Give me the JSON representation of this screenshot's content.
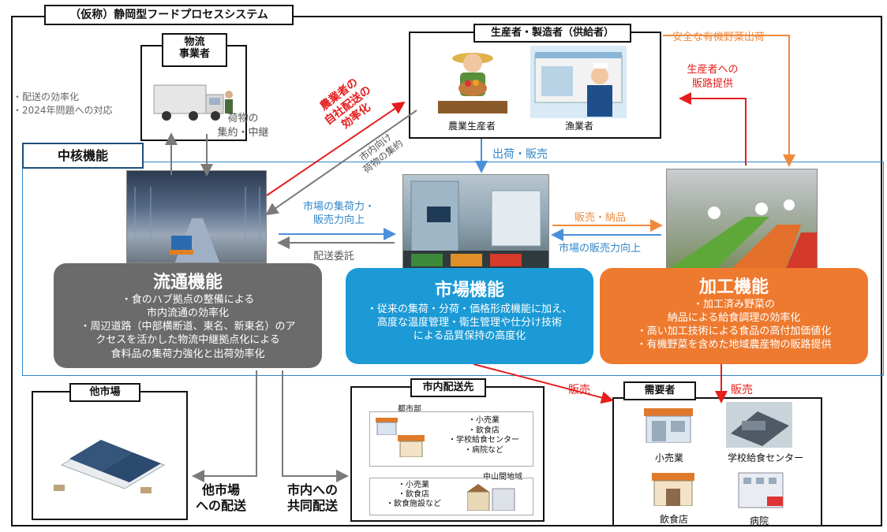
{
  "system_title": "（仮称）静岡型フードプロセスシステム",
  "logistics": {
    "title_line1": "物流",
    "title_line2": "事業者"
  },
  "producers": {
    "title": "生産者・製造者（供給者）",
    "farmer": "農業生産者",
    "fisher": "漁業者"
  },
  "notes": {
    "efficiency": "・配送の効率化",
    "issue_2024": "・2024年問題への対応",
    "cargo_line1": "荷物の",
    "cargo_line2": "集約・中継",
    "farmer_delivery_line1": "農業者の",
    "farmer_delivery_line2": "自社配送の",
    "farmer_delivery_line3": "効率化",
    "city_line1": "市内向け",
    "city_line2": "荷物の集約",
    "ship_sell": "出荷・販売",
    "organic": "安全な有機野菜出荷",
    "channel_line1": "生産者への",
    "channel_line2": "販路提供",
    "market_power_line1": "市場の集荷力・",
    "market_power_line2": "販売力向上",
    "delivery_outsource": "配送委託",
    "sell_deliver": "販売・納品",
    "market_sales": "市場の販売力向上",
    "sales_a": "販売",
    "sales_b": "販売",
    "other_market_delivery_line1": "他市場",
    "other_market_delivery_line2": "への配送",
    "joint_delivery_line1": "市内への",
    "joint_delivery_line2": "共同配送"
  },
  "core_label": "中核機能",
  "distribution": {
    "title": "流通機能",
    "lines": [
      "・食のハブ拠点の整備による",
      "市内流通の効率化",
      "・周辺道路（中部横断道、東名、新東名）のア",
      "クセスを活かした物流中継拠点化による",
      "食料品の集荷力強化と出荷効率化"
    ]
  },
  "market": {
    "title": "市場機能",
    "lines": [
      "・従来の集荷・分荷・価格形成機能に加え、",
      "高度な温度管理・衛生管理や仕分け技術",
      "による品質保持の高度化"
    ]
  },
  "processing": {
    "title": "加工機能",
    "lines": [
      "・加工済み野菜の",
      "納品による給食調理の効率化",
      "・高い加工技術による食品の高付加価値化",
      "・有機野菜を含めた地域農産物の販路提供"
    ]
  },
  "other_market": {
    "title": "他市場"
  },
  "city_dest": {
    "title": "市内配送先",
    "urban": "都市部",
    "urban_items": [
      "・小売業",
      "・飲食店",
      "・学校給食センター",
      "・病院など"
    ],
    "mountain": "中山間地域",
    "mountain_items": [
      "・小売業",
      "・飲食店",
      "・飲食施設など"
    ]
  },
  "demand": {
    "title": "需要者",
    "retail": "小売業",
    "school": "学校給食センター",
    "restaurant": "飲食店",
    "hospital": "病院"
  },
  "colors": {
    "gray_panel": "#6b6b6b",
    "market_blue": "#1b9ad6",
    "process_orange": "#ee7a2f",
    "arrow_red": "#e51d1d",
    "arrow_orange": "#ef8a3c",
    "arrow_blue": "#4a90d9",
    "frame_blue": "#2f86c8"
  }
}
